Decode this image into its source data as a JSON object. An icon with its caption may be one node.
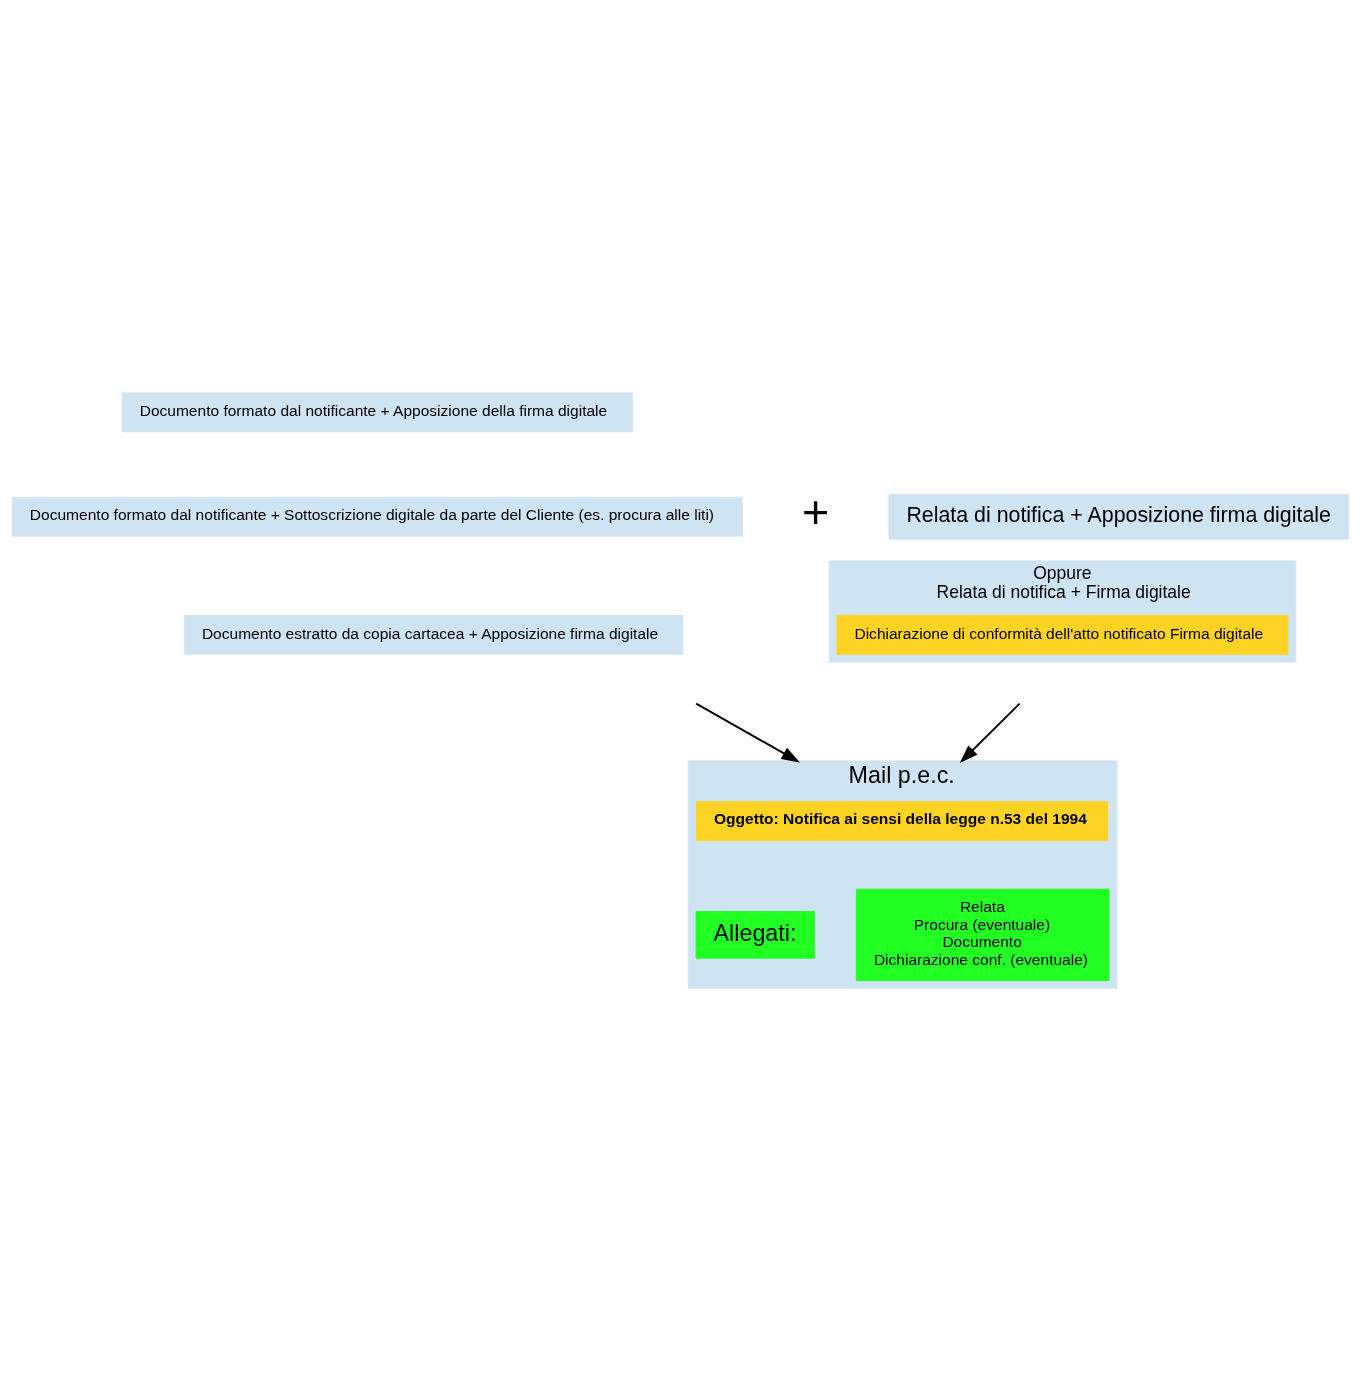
{
  "diagram": {
    "nodes": [
      {
        "text": [
          "Documento formato dal notificante + Apposizione della firma digitale"
        ]
      },
      {
        "text": [
          "Documento formato dal notificante + Sottoscrizione digitale da parte del Cliente (es. procura alle liti)"
        ]
      },
      {
        "text": [
          "Documento estratto da copia cartacea + Apposizione firma digitale"
        ]
      },
      {
        "text": [
          "Relata di notifica + Apposizione firma digitale"
        ]
      },
      {
        "text": [
          "Oppure",
          "Relata di notifica + Firma digitale"
        ]
      },
      {
        "text": [
          "Dichiarazione di conformità dell'atto notificato Firma digitale"
        ],
        "in": 4
      },
      {
        "text": [
          "Mail p.e.c."
        ]
      },
      {
        "text": [
          "Oggetto: Notifica ai sensi della legge n.53 del 1994"
        ],
        "in": 6
      },
      {
        "text": [
          "Allegati:"
        ],
        "in": 6
      },
      {
        "text": [
          "Relata",
          "Procura (eventuale)",
          "Documento",
          "Dichiarazione conf. (eventuale)"
        ],
        "in": 6
      }
    ],
    "edges": [
      {
        "from": null,
        "to": 6,
        "arrow": "to"
      },
      {
        "from": null,
        "to": 6,
        "arrow": "to"
      }
    ],
    "labels": [
      "+"
    ]
  }
}
